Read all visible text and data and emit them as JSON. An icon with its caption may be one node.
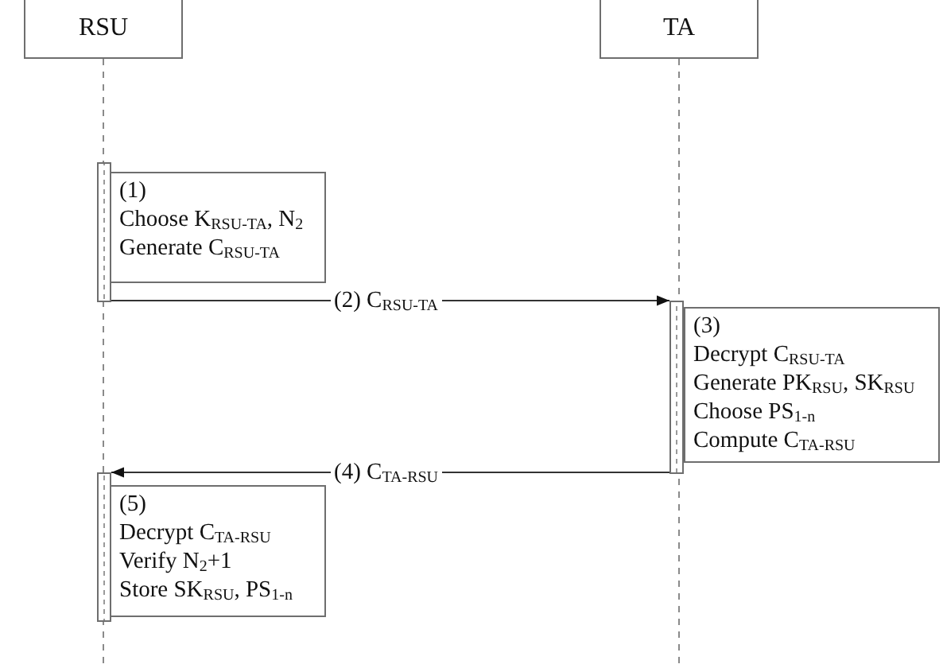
{
  "diagram": {
    "nodes": [
      {
        "text": [
          "RSU"
        ]
      },
      {
        "text": [
          "TA"
        ]
      },
      {
        "text": [
          "(1)",
          "Choose K$_{RSU-TA}$, N$_{2}$",
          "Generate C$_{RSU-TA}$"
        ]
      },
      {
        "text": [
          "(3)",
          "Decrypt  C$_{RSU-TA}$",
          "Generate PK$_{RSU}$, SK$_{RSU}$",
          "Choose PS$_{1-n}$",
          "Compute  C$_{TA-RSU}$"
        ]
      },
      {
        "text": [
          "(5)",
          "Decrypt  C$_{TA-RSU}$",
          "Verify N$_{2}$+1",
          "Store SK$_{RSU}$, PS$_{1-n}$"
        ]
      },
      {
        "text": [],
        "shape": "bar"
      },
      {
        "text": [],
        "shape": "bar"
      },
      {
        "text": [],
        "shape": "bar"
      }
    ],
    "edges": [
      {
        "from": 0,
        "to": null,
        "arrow": "none",
        "style": "dashed"
      },
      {
        "from": 1,
        "to": null,
        "arrow": "none",
        "style": "dashed"
      },
      {
        "from": 5,
        "to": 6,
        "arrow": "to",
        "label": "(2) C$_{RSU-TA}$"
      },
      {
        "from": 6,
        "to": 7,
        "arrow": "to",
        "label": "(4) C$_{TA-RSU}$"
      }
    ]
  }
}
